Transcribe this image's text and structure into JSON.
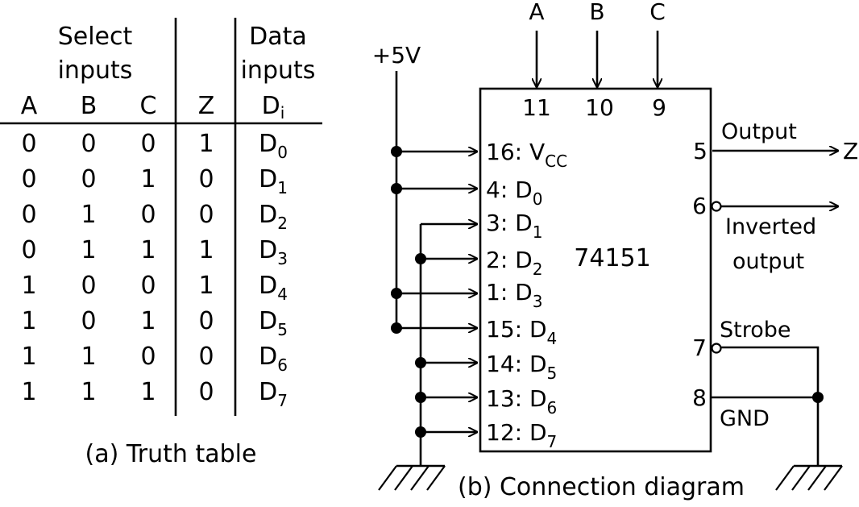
{
  "truth_table": {
    "header": {
      "select_line1": "Select",
      "select_line2": "inputs",
      "data_line1": "Data",
      "data_line2": "inputs",
      "col_a": "A",
      "col_b": "B",
      "col_c": "C",
      "col_z": "Z",
      "col_d_main": "D",
      "col_d_sub": "i"
    },
    "rows": [
      {
        "a": "0",
        "b": "0",
        "c": "0",
        "z": "1",
        "d": "D",
        "d_sub": "0"
      },
      {
        "a": "0",
        "b": "0",
        "c": "1",
        "z": "0",
        "d": "D",
        "d_sub": "1"
      },
      {
        "a": "0",
        "b": "1",
        "c": "0",
        "z": "0",
        "d": "D",
        "d_sub": "2"
      },
      {
        "a": "0",
        "b": "1",
        "c": "1",
        "z": "1",
        "d": "D",
        "d_sub": "3"
      },
      {
        "a": "1",
        "b": "0",
        "c": "0",
        "z": "1",
        "d": "D",
        "d_sub": "4"
      },
      {
        "a": "1",
        "b": "0",
        "c": "1",
        "z": "0",
        "d": "D",
        "d_sub": "5"
      },
      {
        "a": "1",
        "b": "1",
        "c": "0",
        "z": "0",
        "d": "D",
        "d_sub": "6"
      },
      {
        "a": "1",
        "b": "1",
        "c": "1",
        "z": "0",
        "d": "D",
        "d_sub": "7"
      }
    ],
    "caption": "(a) Truth table"
  },
  "diagram": {
    "supply_label": "+5V",
    "select_labels": [
      "A",
      "B",
      "C"
    ],
    "select_pins": [
      "11",
      "10",
      "9"
    ],
    "chip_label": "74151",
    "input_pins": [
      {
        "pin": "16: V",
        "sub": "CC"
      },
      {
        "pin": "4: D",
        "sub": "0"
      },
      {
        "pin": "3: D",
        "sub": "1"
      },
      {
        "pin": "2: D",
        "sub": "2"
      },
      {
        "pin": "1: D",
        "sub": "3"
      },
      {
        "pin": "15: D",
        "sub": "4"
      },
      {
        "pin": "14: D",
        "sub": "5"
      },
      {
        "pin": "13: D",
        "sub": "6"
      },
      {
        "pin": "12: D",
        "sub": "7"
      }
    ],
    "output_pin": "5",
    "output_label": "Output",
    "z_label": "Z",
    "inverted_pin": "6",
    "inverted_line1": "Inverted",
    "inverted_line2": "output",
    "strobe_pin": "7",
    "strobe_label": "Strobe",
    "gnd_pin": "8",
    "gnd_label": "GND",
    "caption": "(b) Connection diagram"
  }
}
